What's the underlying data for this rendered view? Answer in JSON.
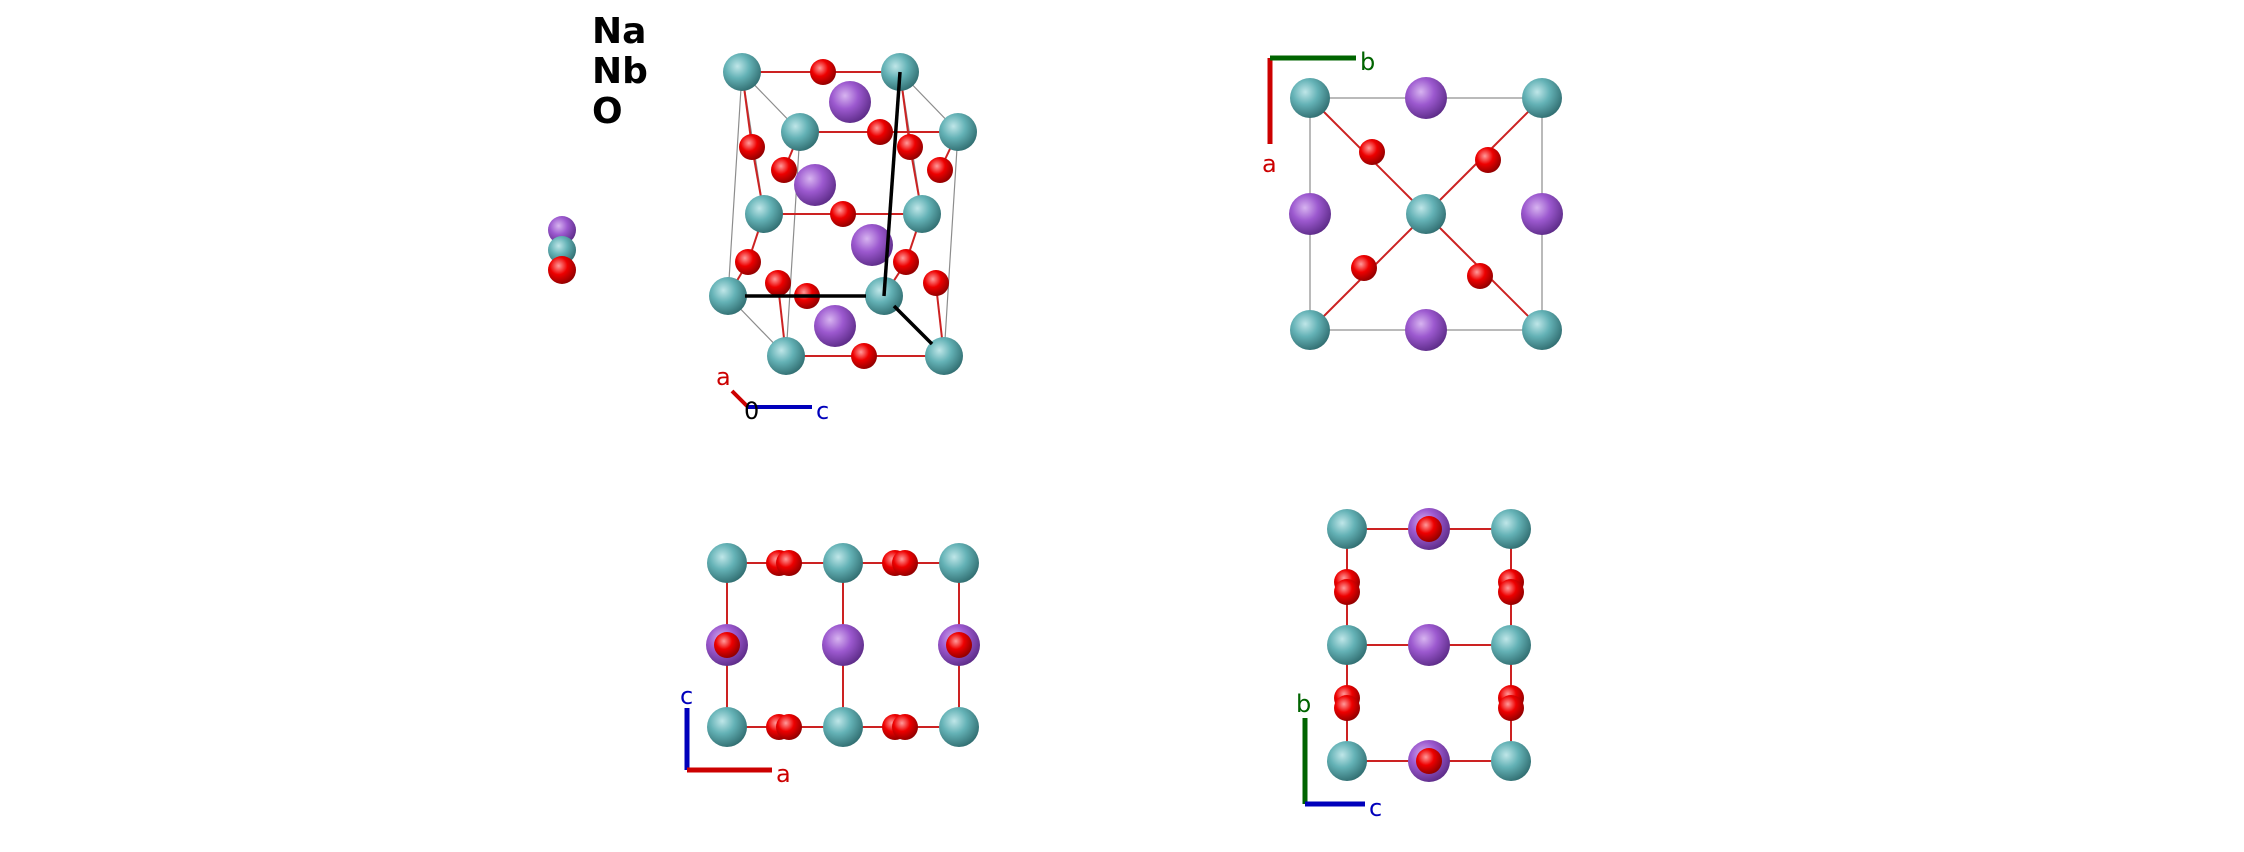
{
  "legend": {
    "elements": [
      {
        "symbol": "Na",
        "color": "#9c59cf"
      },
      {
        "symbol": "Nb",
        "color": "#64b2b6"
      },
      {
        "symbol": "O",
        "color": "#ee0000"
      }
    ]
  },
  "colors": {
    "Na": "#9c59cf",
    "Nb": "#64b2b6",
    "O": "#ee0000",
    "axis_a": "#cc0000",
    "axis_b": "#006400",
    "axis_c": "#0000bb",
    "bond": "#cc2222",
    "cell": "#8c8c8c"
  },
  "views": {
    "perspective": {
      "axis_a": "a",
      "axis_c": "c",
      "origin": "0"
    },
    "along_c": {
      "axis_a": "a",
      "axis_b": "b"
    },
    "along_b": {
      "axis_a": "a",
      "axis_c": "c"
    },
    "along_a": {
      "axis_b": "b",
      "axis_c": "c"
    }
  }
}
